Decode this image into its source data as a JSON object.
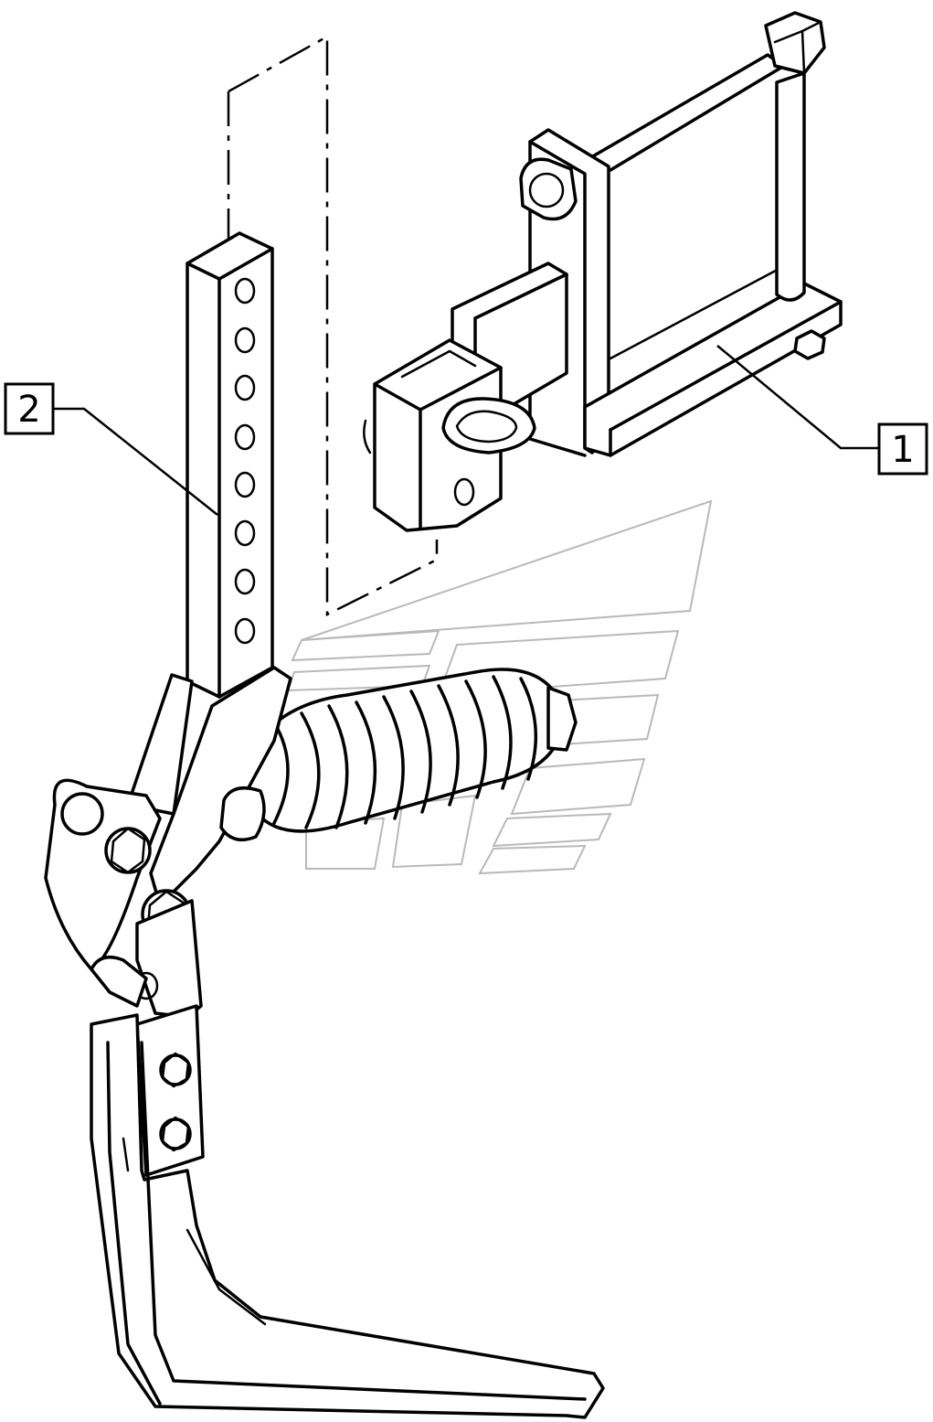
{
  "callouts": [
    {
      "id": "1",
      "label": "1"
    },
    {
      "id": "2",
      "label": "2"
    }
  ],
  "colors": {
    "line": "#000000",
    "background": "#ffffff",
    "watermark": "#b9b9b9"
  }
}
